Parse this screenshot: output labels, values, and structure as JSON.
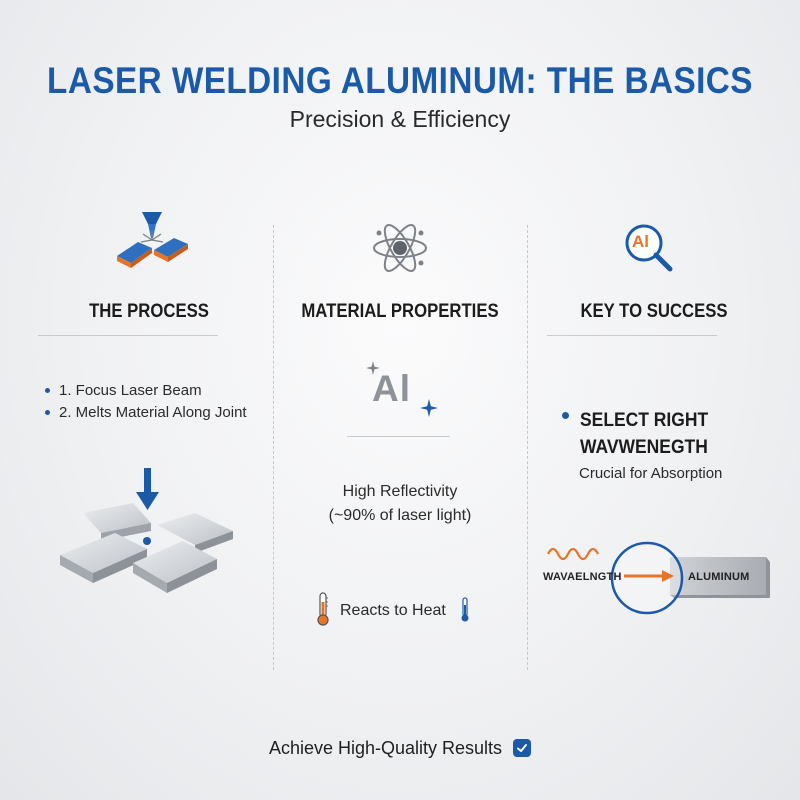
{
  "header": {
    "title": "LASER WELDING ALUMINUM: THE BASICS",
    "subtitle": "Precision & Efficiency"
  },
  "colors": {
    "primary_blue": "#1b5aa8",
    "accent_orange": "#e8742a",
    "steel_gray": "#b9bcc1"
  },
  "columns": {
    "process": {
      "icon": "laser-welding-icon",
      "heading": "THE PROCESS",
      "steps": [
        "1. Focus Laser Beam",
        "2. Melts Material Along Joint"
      ],
      "illustration": "metal-plates-with-arrow-icon"
    },
    "material": {
      "icon": "atom-icon",
      "heading": "MATERIAL PROPERTIES",
      "element_symbol": "Al",
      "reflectivity_line1": "High Reflectivity",
      "reflectivity_line2": "(~90% of laser light)",
      "heat_text": "Reacts to Heat",
      "heat_icon": "thermometer-icon"
    },
    "success": {
      "icon": "magnifier-al-icon",
      "icon_symbol": "Al",
      "heading": "KEY TO SUCCESS",
      "key_point": "SELECT RIGHT WAVWENEGTH",
      "key_point_sub": "Crucial for Absorption",
      "wave_label": "WAVAELNGTH",
      "target_label": "ALUMINUM"
    }
  },
  "footer": {
    "text": "Achieve High-Quality Results",
    "icon": "checkmark-icon"
  }
}
